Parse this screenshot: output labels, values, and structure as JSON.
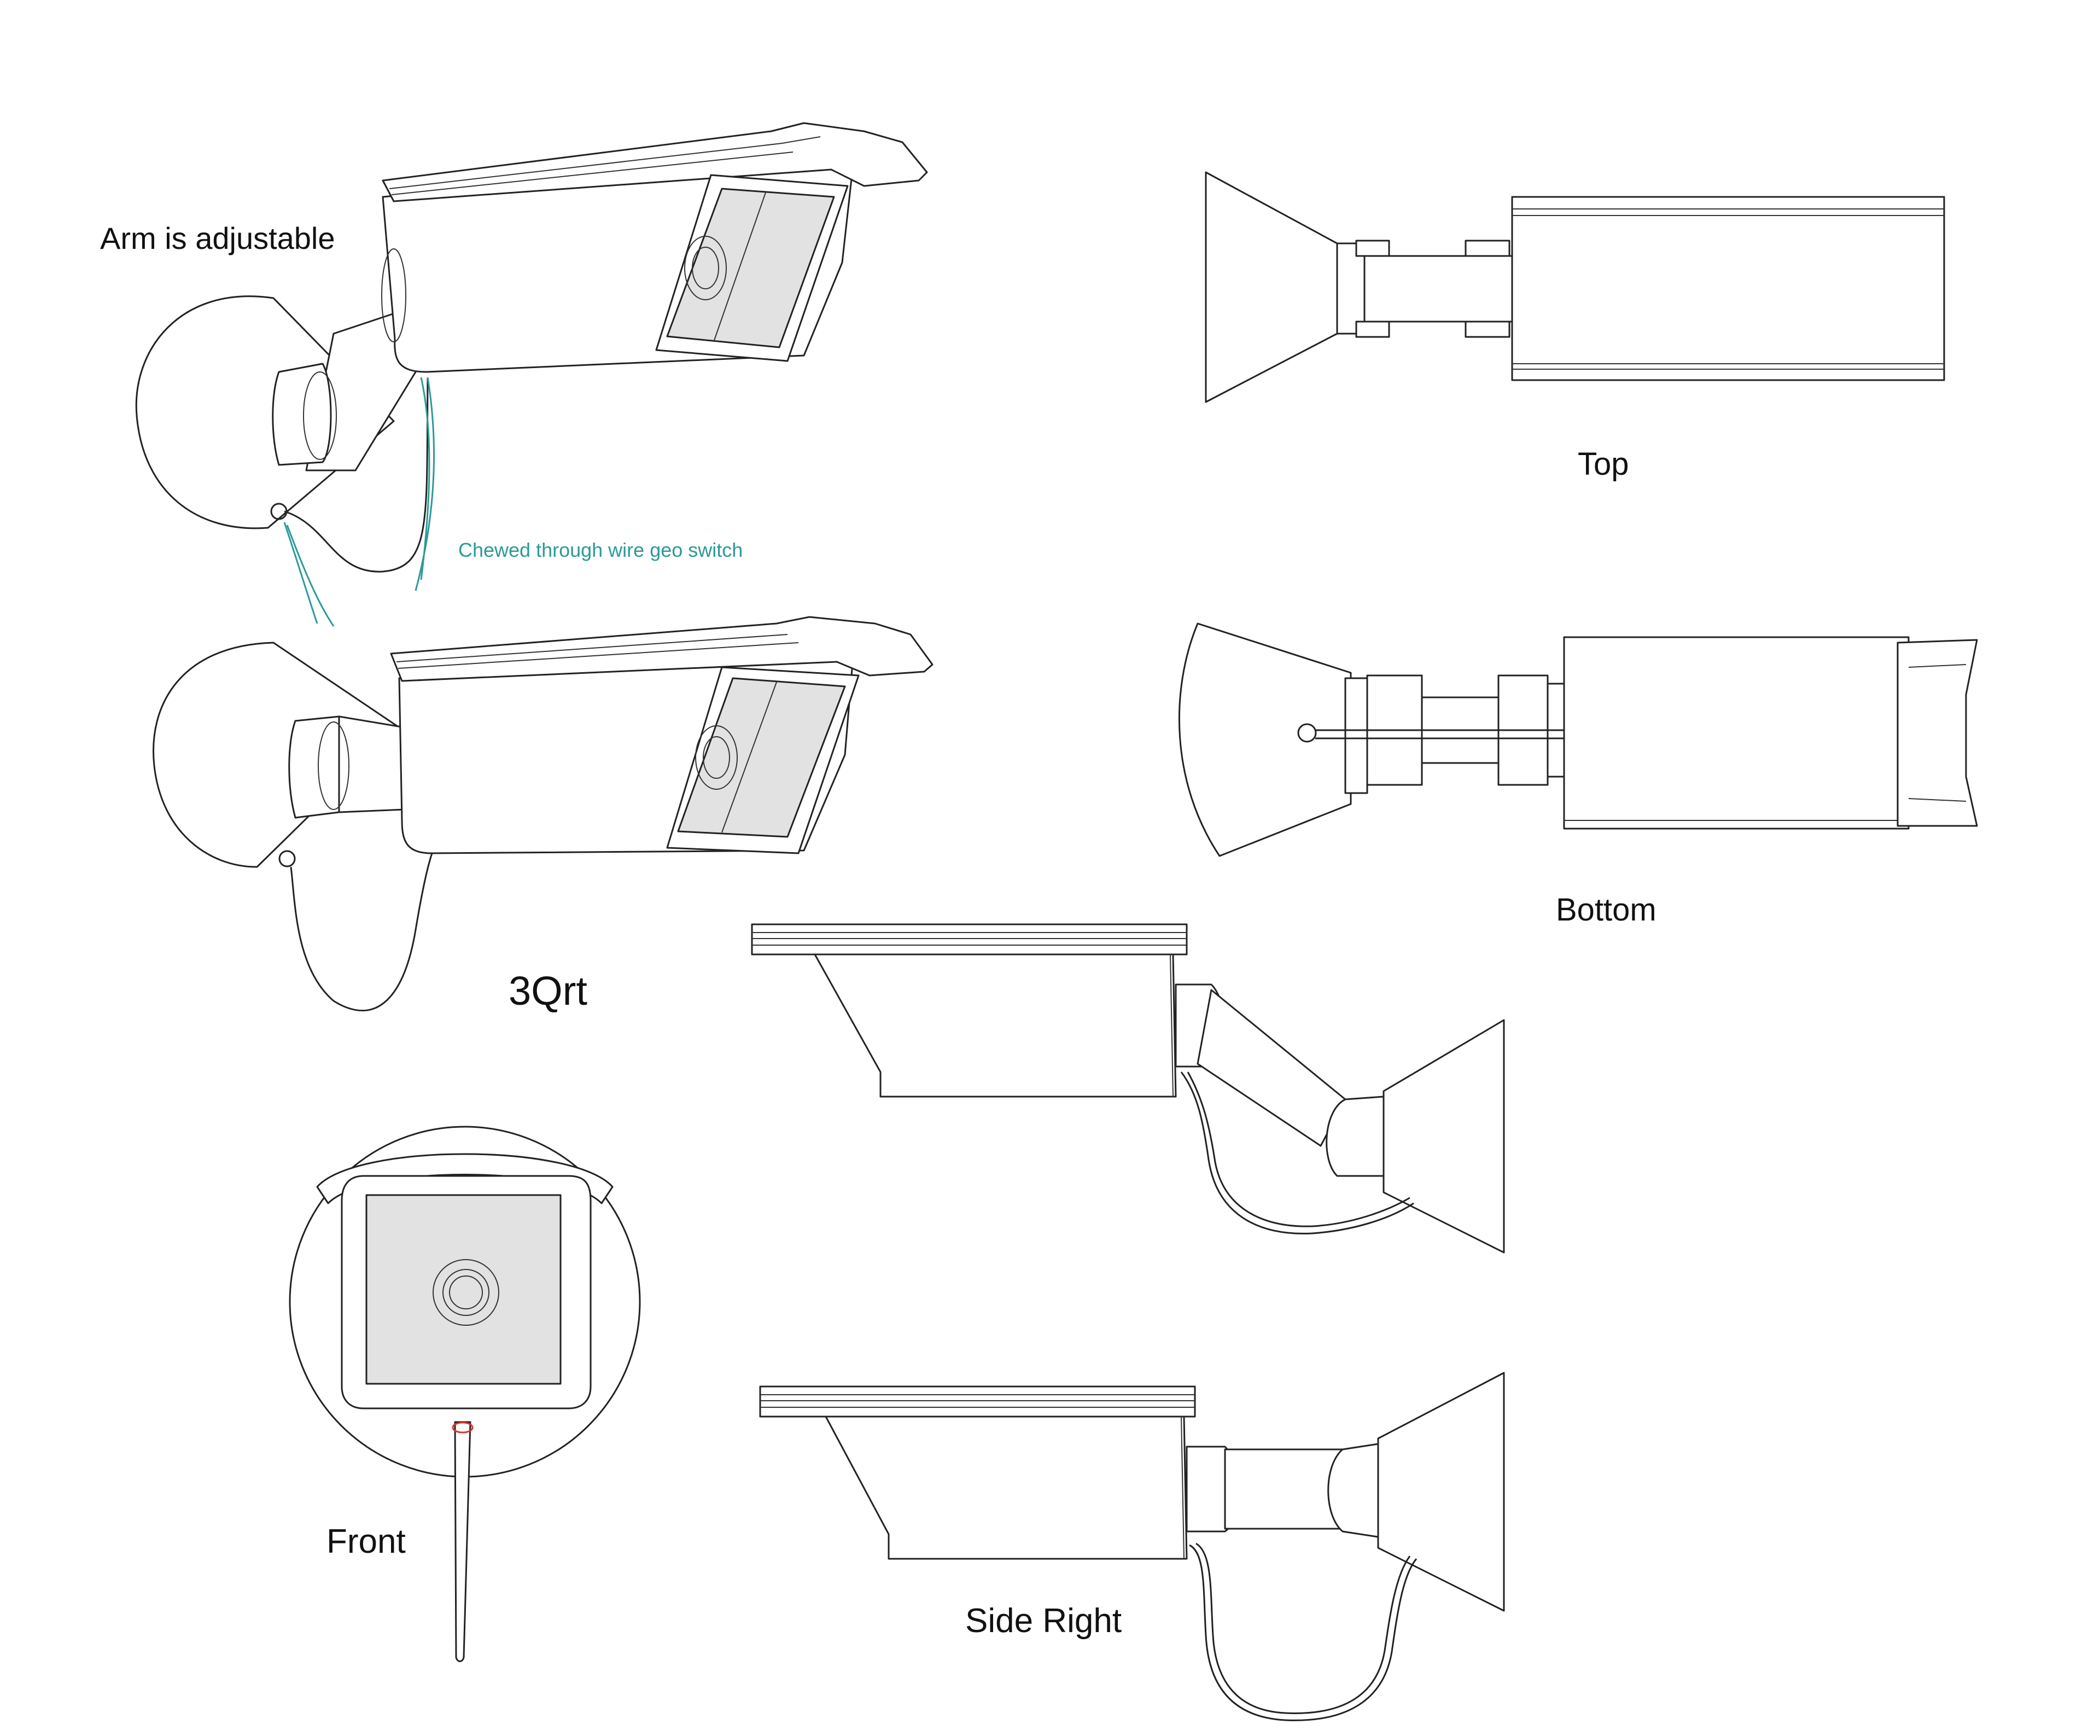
{
  "labels": {
    "arm": "Arm is adjustable",
    "chewed": "Chewed through wire geo switch",
    "top": "Top",
    "bottom": "Bottom",
    "three_qrt": "3Qrt",
    "front": "Front",
    "side_right": "Side Right"
  },
  "colors": {
    "line": "#222222",
    "glass": "#e2e2e2",
    "note": "#2b9a98",
    "wire_marker": "#d9342b"
  }
}
